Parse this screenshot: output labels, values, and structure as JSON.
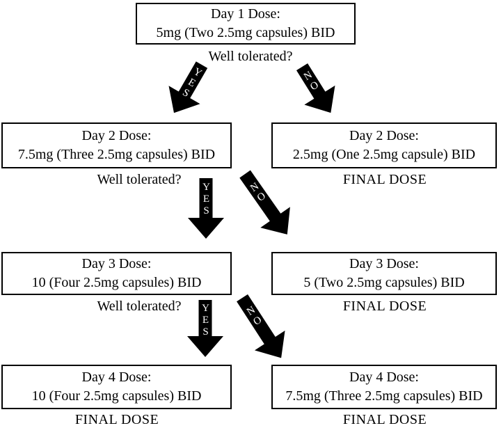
{
  "flow": {
    "colors": {
      "ink": "#000000",
      "background": "#ffffff",
      "arrow_fill": "#000000",
      "arrow_text": "#ffffff"
    },
    "question_label": "Well tolerated?",
    "final_label": "FINAL DOSE",
    "nodes": [
      {
        "id": "day1",
        "title": "Day 1 Dose:",
        "detail": "5mg (Two 2.5mg capsules) BID",
        "caption": "Well tolerated?"
      },
      {
        "id": "day2-yes",
        "title": "Day 2 Dose:",
        "detail": "7.5mg (Three 2.5mg capsules) BID",
        "caption": "Well tolerated?"
      },
      {
        "id": "day2-no",
        "title": "Day 2 Dose:",
        "detail": "2.5mg (One 2.5mg capsule) BID",
        "caption": "FINAL DOSE"
      },
      {
        "id": "day3-yes",
        "title": "Day 3 Dose:",
        "detail": "10 (Four 2.5mg capsules) BID",
        "caption": "Well tolerated?"
      },
      {
        "id": "day3-no",
        "title": "Day 3 Dose:",
        "detail": "5 (Two 2.5mg capsules) BID",
        "caption": "FINAL DOSE"
      },
      {
        "id": "day4-yes",
        "title": "Day 4 Dose:",
        "detail": "10 (Four 2.5mg capsules) BID",
        "caption": "FINAL DOSE"
      },
      {
        "id": "day4-no",
        "title": "Day 4 Dose:",
        "detail": "7.5mg (Three 2.5mg capsules) BID",
        "caption": "FINAL DOSE"
      }
    ],
    "arrows": [
      {
        "id": "yes-1",
        "label": "YES"
      },
      {
        "id": "no-1",
        "label": "NO"
      },
      {
        "id": "yes-2",
        "label": "YES"
      },
      {
        "id": "no-2",
        "label": "NO"
      },
      {
        "id": "yes-3",
        "label": "YES"
      },
      {
        "id": "no-3",
        "label": "NO"
      }
    ]
  }
}
